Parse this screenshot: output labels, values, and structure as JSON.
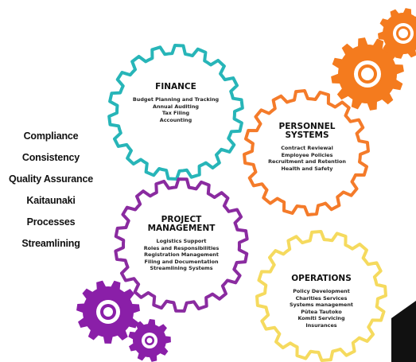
{
  "left_list": [
    "Compliance",
    "Consistency",
    "Quality Assurance",
    "Kaitaunaki",
    "Processes",
    "Streamlining"
  ],
  "gears": {
    "finance": {
      "color": "#27B5B8",
      "title": "FINANCE",
      "items": [
        "Budget Planning and Tracking",
        "Annual Auditing",
        "Tax Filing",
        "Accounting"
      ]
    },
    "personnel": {
      "color": "#F47B2A",
      "title_lines": [
        "PERSONNEL",
        "SYSTEMS"
      ],
      "items": [
        "Contract Reviewal",
        "Employee Policies",
        "Recruitment and Retention",
        "Health and Safety"
      ]
    },
    "project": {
      "color": "#8A2BA0",
      "title_lines": [
        "PROJECT",
        "MANAGEMENT"
      ],
      "items": [
        "Logistics Support",
        "Roles and Responsibilities",
        "Registration Management",
        "Filing and Documentation",
        "Streamlining Systems"
      ]
    },
    "operations": {
      "color": "#F5DA5E",
      "title": "OPERATIONS",
      "items": [
        "Policy Development",
        "Charities Services",
        "Systems management",
        "Pūtea Tautoko",
        "Komiti Servicing",
        "Insurances"
      ]
    }
  },
  "decorative": {
    "orange_color": "#F47B1E",
    "purple_color": "#8A1FA8",
    "corner_mark_color": "#111111"
  }
}
